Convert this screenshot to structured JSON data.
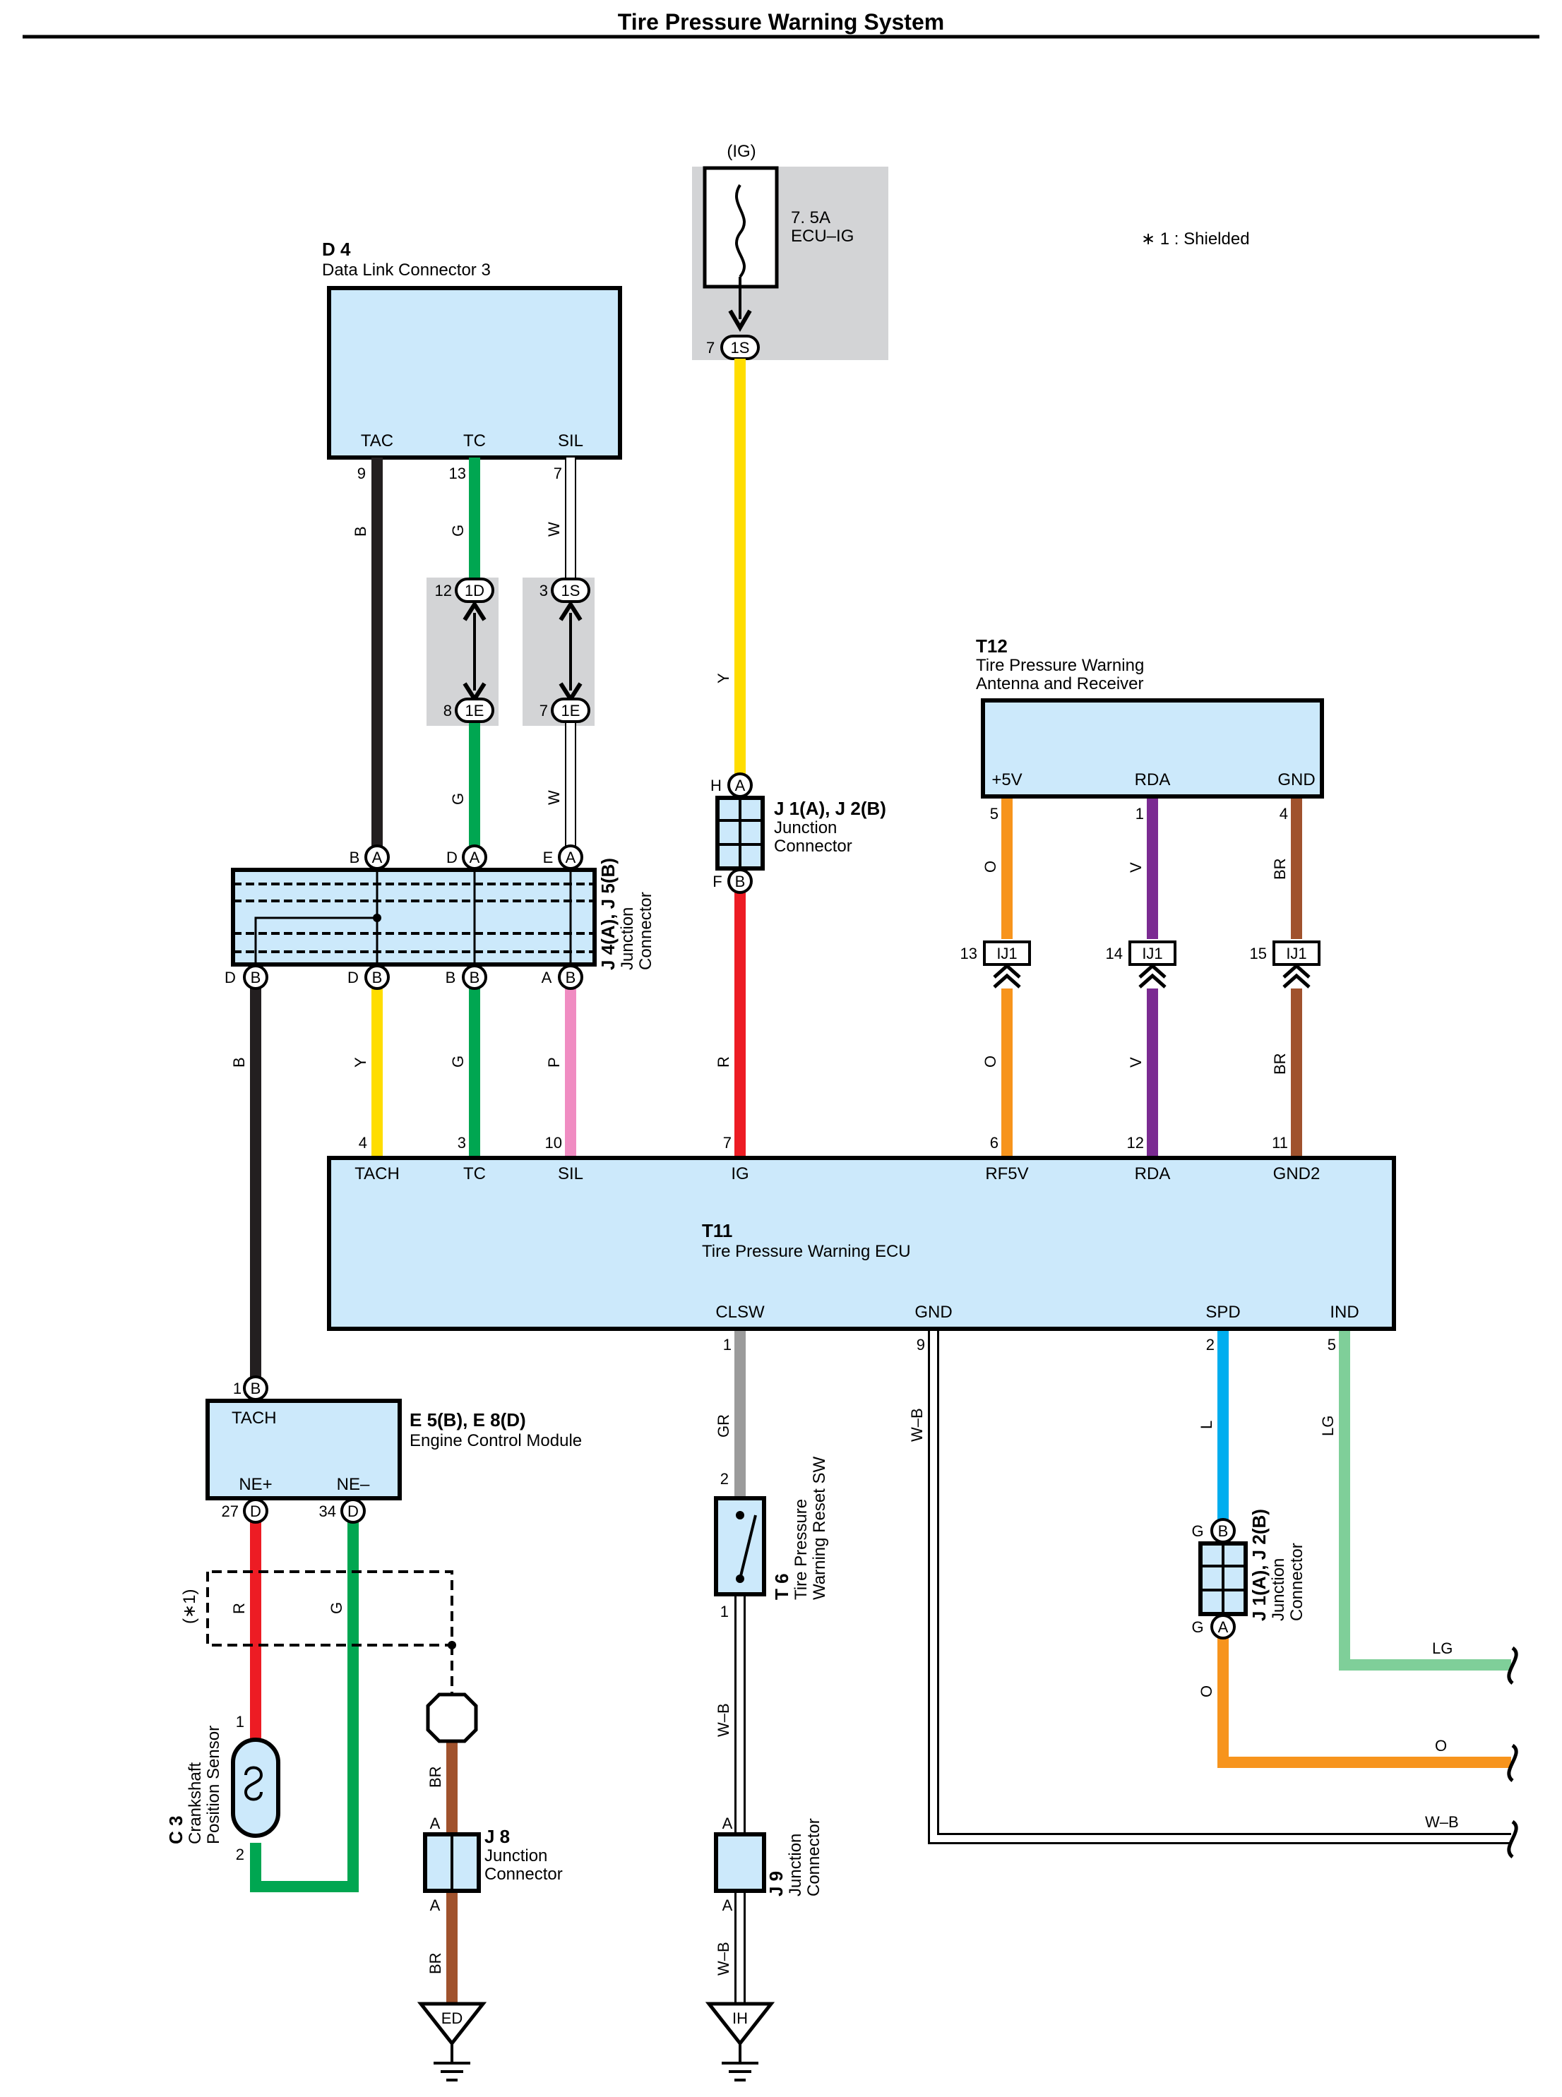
{
  "title": "Tire Pressure Warning System",
  "note": "∗ 1 : Shielded",
  "components": {
    "d4": {
      "id": "D 4",
      "name": "Data Link Connector 3",
      "pins": [
        "TAC",
        "TC",
        "SIL"
      ],
      "pin_nums": [
        "9",
        "13",
        "7"
      ]
    },
    "fuse": {
      "supply": "(IG)",
      "rating": "7. 5A",
      "name": "ECU–IG",
      "conn": "1S",
      "pin": "7"
    },
    "t12": {
      "id": "T12",
      "name1": "Tire Pressure Warning",
      "name2": "Antenna and Receiver",
      "pins": [
        "+5V",
        "RDA",
        "GND"
      ],
      "pin_nums": [
        "5",
        "1",
        "4"
      ]
    },
    "j4j5": {
      "id": "J 4(A), J 5(B)",
      "name1": "Junction",
      "name2": "Connector",
      "top_pins": [
        "B",
        "D",
        "E"
      ],
      "bottom_pins": [
        "D",
        "D",
        "B",
        "A"
      ]
    },
    "j1j2_top": {
      "id": "J 1(A), J 2(B)",
      "name1": "Junction",
      "name2": "Connector",
      "top_pin": "H",
      "bottom_pin": "F"
    },
    "j1j2_bot": {
      "id": "J 1(A), J 2(B)",
      "name1": "Junction",
      "name2": "Connector",
      "top_pin": "G",
      "bottom_pin": "G"
    },
    "t11": {
      "id": "T11",
      "name": "Tire Pressure Warning ECU",
      "top_pins": [
        "TACH",
        "TC",
        "SIL",
        "IG",
        "RF5V",
        "RDA",
        "GND2"
      ],
      "top_nums": [
        "4",
        "3",
        "10",
        "7",
        "6",
        "12",
        "11"
      ],
      "bottom_pins": [
        "CLSW",
        "GND",
        "SPD",
        "IND"
      ],
      "bottom_nums": [
        "1",
        "9",
        "2",
        "5"
      ]
    },
    "ecm": {
      "id": "E 5(B), E 8(D)",
      "name": "Engine Control Module",
      "pin_top": "TACH",
      "pins": [
        "NE+",
        "NE–"
      ],
      "pin_nums": [
        "27",
        "34"
      ],
      "top_num": "1"
    },
    "c3": {
      "id": "C 3",
      "name1": "Crankshaft",
      "name2": "Position Sensor",
      "pin_nums": [
        "1",
        "2"
      ]
    },
    "t6": {
      "id": "T 6",
      "name1": "Tire Pressure",
      "name2": "Warning Reset SW",
      "pin_nums": [
        "2",
        "1"
      ]
    },
    "j8": {
      "id": "J 8",
      "name1": "Junction",
      "name2": "Connector",
      "pins": [
        "A",
        "A"
      ]
    },
    "j9": {
      "id": "J 9",
      "name1": "Junction",
      "name2": "Connector",
      "pins": [
        "A",
        "A"
      ]
    },
    "grounds": [
      "ED",
      "IH"
    ],
    "shield": "(∗1)",
    "ij1": {
      "label": "IJ1",
      "nums": [
        "13",
        "14",
        "15"
      ]
    },
    "inline": [
      {
        "label": "1D",
        "top": "12",
        "bottom": "8",
        "bottom_label": "1E"
      },
      {
        "label": "1S",
        "top": "3",
        "bottom": "7",
        "bottom_label": "1E"
      }
    ],
    "conn_letters": {
      "A": "A",
      "B": "B",
      "D": "D"
    }
  },
  "wire_labels": {
    "b": "B",
    "g": "G",
    "w": "W",
    "y": "Y",
    "p": "P",
    "r": "R",
    "o": "O",
    "v": "V",
    "br": "BR",
    "gr": "GR",
    "wb": "W–B",
    "l": "L",
    "lg": "LG"
  },
  "colors": {
    "B": "#231f20",
    "G": "#00a651",
    "W": "#ffffff",
    "Y": "#ffdd00",
    "P": "#f08cc2",
    "R": "#ed1c24",
    "O": "#f7941d",
    "V": "#7b2b92",
    "BR": "#a0522d",
    "GR": "#9b9b9b",
    "L": "#00aeef",
    "LG": "#7fcf99",
    "box": "#cce9fb",
    "gray": "#d3d4d6"
  }
}
